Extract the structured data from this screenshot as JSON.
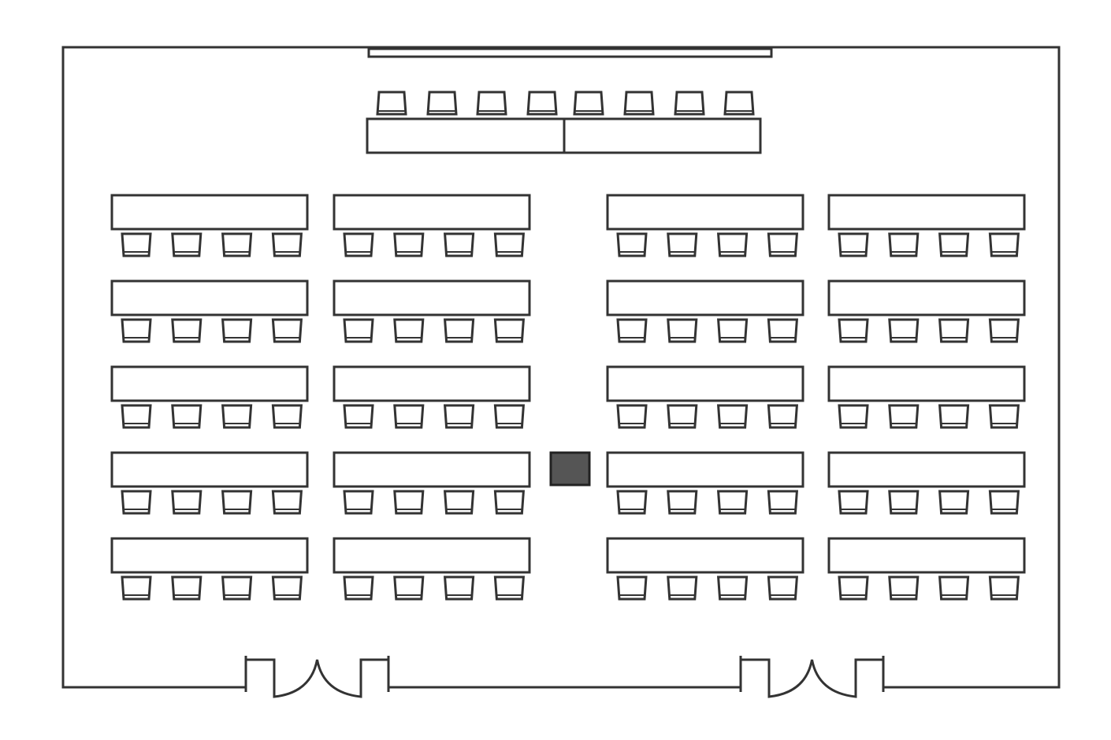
{
  "diagram": {
    "type": "classroom-seating-floor-plan",
    "head_table": {
      "sections": 2,
      "chairs": 8
    },
    "student_tables": {
      "rows": 5,
      "columns": 4,
      "chairs_per_table": 4
    },
    "doors": 2,
    "center_block": 1
  },
  "colors": {
    "line": "#333333",
    "background": "#ffffff",
    "center_block": "#555555"
  }
}
